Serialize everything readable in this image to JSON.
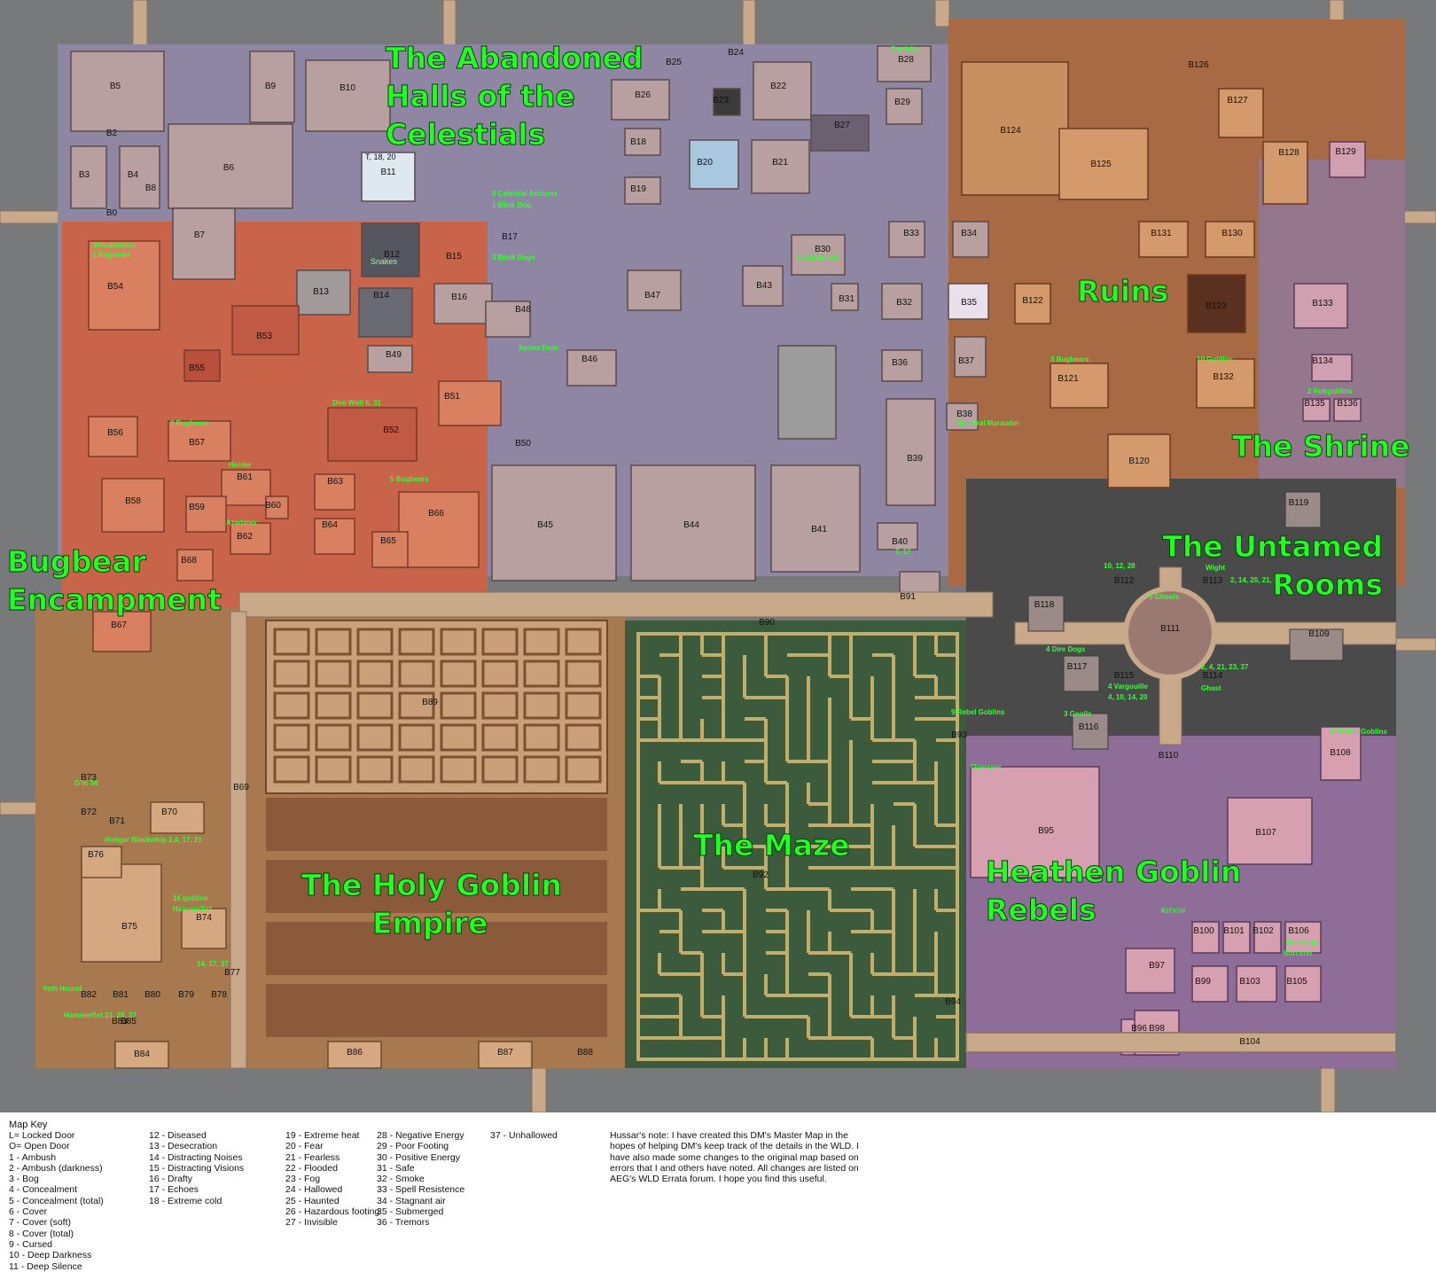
{
  "map": {
    "regions": [
      {
        "id": "abandoned-halls",
        "lines": [
          "The Abandoned",
          "Halls of the",
          "Celestials"
        ]
      },
      {
        "id": "ruins",
        "lines": [
          "Ruins"
        ]
      },
      {
        "id": "shrine",
        "lines": [
          "The Shrine"
        ]
      },
      {
        "id": "untamed-rooms",
        "lines": [
          "The Untamed",
          "Rooms"
        ]
      },
      {
        "id": "bugbear-encampment",
        "lines": [
          "Bugbear",
          "Encampment"
        ]
      },
      {
        "id": "holy-goblin-empire",
        "lines": [
          "The Holy Goblin",
          "Empire"
        ]
      },
      {
        "id": "maze",
        "lines": [
          "The Maze"
        ]
      },
      {
        "id": "heathen-goblin-rebels",
        "lines": [
          "Heathen Goblin",
          "Rebels"
        ]
      }
    ],
    "rooms": [
      "B5",
      "B6",
      "B2",
      "B3",
      "B4",
      "B0",
      "B7",
      "B8",
      "B9",
      "B10",
      "B11",
      "B12",
      "B13",
      "B14",
      "B15",
      "B16",
      "B17",
      "B18",
      "B19",
      "B20",
      "B21",
      "B22",
      "B23",
      "B24",
      "B25",
      "B26",
      "B27",
      "B28",
      "B29",
      "B30",
      "B31",
      "B32",
      "B33",
      "B34",
      "B35",
      "B36",
      "B37",
      "B38",
      "B39",
      "B40",
      "B41",
      "B43",
      "B44",
      "B45",
      "B46",
      "B47",
      "B48",
      "B49",
      "B50",
      "B51",
      "B52",
      "B53",
      "B54",
      "B55",
      "B56",
      "B57",
      "B58",
      "B59",
      "B60",
      "B61",
      "B62",
      "B63",
      "B64",
      "B65",
      "B66",
      "B67",
      "B68",
      "B69",
      "B70",
      "B71",
      "B72",
      "B73",
      "B74",
      "B75",
      "B76",
      "B77",
      "B78",
      "B79",
      "B80",
      "B81",
      "B82",
      "B83",
      "B84",
      "B85",
      "B86",
      "B87",
      "B88",
      "B89",
      "B90",
      "B91",
      "B92",
      "B93",
      "B94",
      "B95",
      "B96",
      "B97",
      "B98",
      "B99",
      "B100",
      "B101",
      "B102",
      "B103",
      "B104",
      "B105",
      "B106",
      "B107",
      "B108",
      "B109",
      "B110",
      "B111",
      "B112",
      "B113",
      "B114",
      "B115",
      "B116",
      "B117",
      "B118",
      "B119",
      "B120",
      "B121",
      "B122",
      "B123",
      "B124",
      "B125",
      "B126",
      "B127",
      "B128",
      "B129",
      "B130",
      "B131",
      "B132",
      "B133",
      "B134",
      "B135",
      "B136"
    ],
    "annotations": [
      "T, 18, 20",
      "Snakes",
      "Secret Door",
      "2 Celestial Archons",
      "1 Blink Dog",
      "2 Gargoyles",
      "3 Blink Dogs",
      "Bartleby",
      "Shargelarion",
      "1 Bugbears",
      "Dire Wolf 6, 31",
      "3 Bugbears",
      "Azadalay",
      "Herder",
      "5 Bugbears",
      "T, 17",
      "Spectral Marauder",
      "3 Bugbears",
      "10 Goblins",
      "2 Hobgoblins",
      "Wight",
      "2, 14, 20, 21, 37",
      "10, 12, 28",
      "5 Ghouls",
      "4 Dire Dogs",
      "4 Vargouille",
      "4, 10, 14, 20",
      "2, 4, 21, 23, 37",
      "Ghast",
      "3 Gnolls",
      "9 Rebel Goblins",
      "10 Rebel Goblins",
      "Kri'n'ol",
      "G'ln 34",
      "Hobgar Blackwhip 1,4, 17, 21",
      "16 goblins",
      "Hammerfist",
      "14, 17, 37",
      "Yeth Hound",
      "Hammerfist 21, 28, 37",
      "Overseer",
      "Sorcerer",
      "Sovereign"
    ],
    "key": {
      "title": "Map Key",
      "items": [
        "L= Locked Door",
        "O= Open Door",
        "1 - Ambush",
        "2 - Ambush (darkness)",
        "3 - Bog",
        "4 - Concealment",
        "5 - Concealment (total)",
        "6 - Cover",
        "7 - Cover (soft)",
        "8 - Cover (total)",
        "9 - Cursed",
        "10 - Deep Darkness",
        "11 - Deep Silence",
        "12 - Diseased",
        "13 - Desecration",
        "14 - Distracting Noises",
        "15 - Distracting Visions",
        "16 - Drafty",
        "17 - Echoes",
        "18 - Extreme cold",
        "19 - Extreme heat",
        "20 - Fear",
        "21 - Fearless",
        "22 - Flooded",
        "23 - Fog",
        "24 - Hallowed",
        "25 - Haunted",
        "26 - Hazardous footing",
        "27 - Invisible",
        "28 - Negative Energy",
        "29 - Poor Footing",
        "30 - Positive Energy",
        "31 - Safe",
        "32 - Smoke",
        "33 - Spell Resistence",
        "34 - Stagnant air",
        "35 - Submerged",
        "36 - Tremors",
        "37 - Unhallowed"
      ]
    },
    "note": "Hussar's note:  I have created this DM's Master Map in the hopes of helping DM's keep track of the details in the WLD. I have also made some changes to the original map based on errors that I and others have noted.  All changes are listed on AEG's WLD Errata forum.  I hope you find this useful.",
    "colors": {
      "halls": "#8e86a2",
      "ruins": "#b07a52",
      "bugbear": "#d06a50",
      "holy": "#b9895c",
      "maze": "#3e5e3e",
      "untamed": "#4a4a4a",
      "rebels": "#9a7aa0",
      "label": "#22ff22"
    }
  }
}
